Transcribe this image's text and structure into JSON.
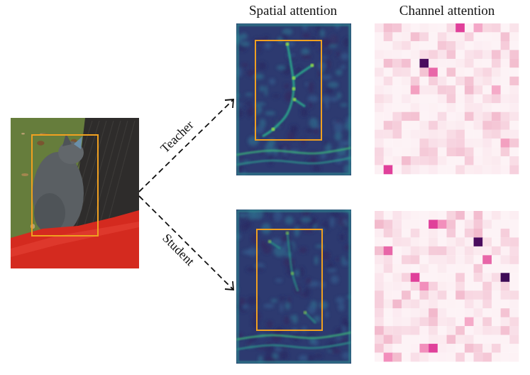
{
  "diagram": {
    "labels": [
      "Spatial attention",
      "Channel attention",
      "Teacher",
      "Student"
    ]
  }
}
